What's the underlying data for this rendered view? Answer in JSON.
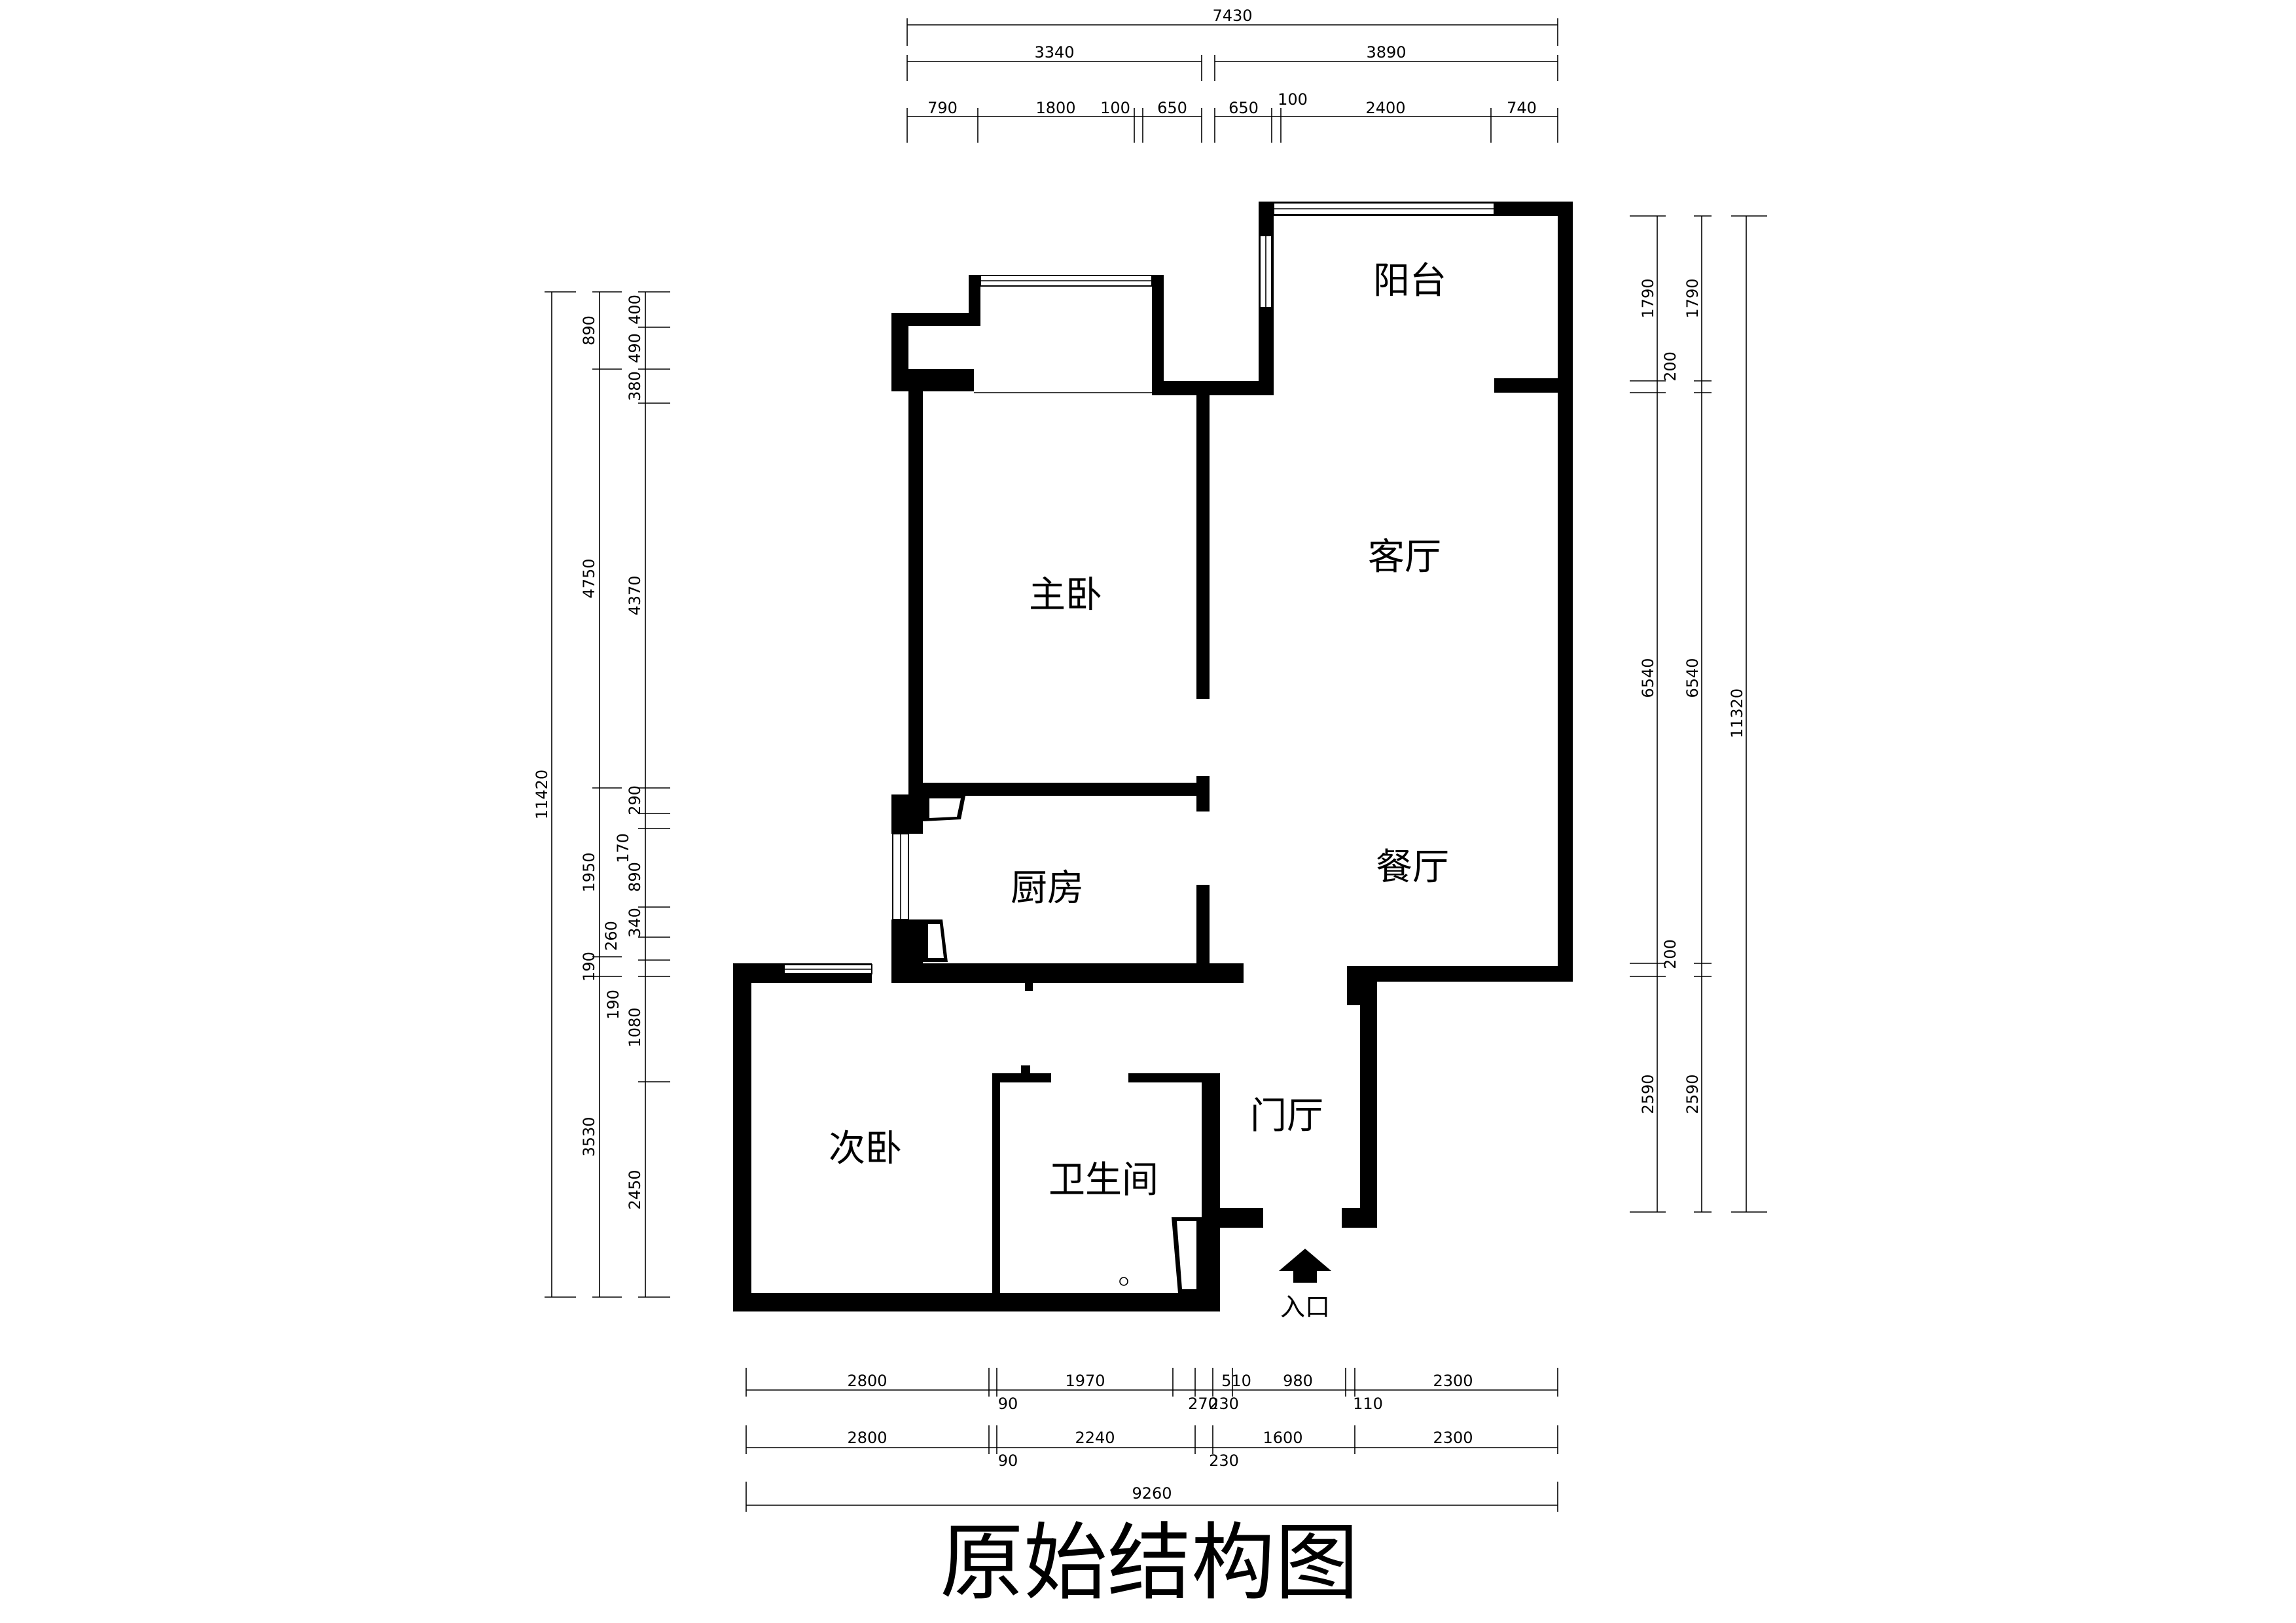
{
  "title": "原始结构图",
  "entrance_label": "入口",
  "rooms": {
    "balcony": "阳台",
    "living_room": "客厅",
    "master_bedroom": "主卧",
    "kitchen": "厨房",
    "dining_room": "餐厅",
    "foyer": "门厅",
    "second_bedroom": "次卧",
    "bathroom": "卫生间"
  },
  "dimensions_top": {
    "total": "7430",
    "segments": [
      "3340",
      "3890"
    ],
    "details": [
      "790",
      "1800",
      "100",
      "650",
      "650",
      "100",
      "2400",
      "740"
    ]
  },
  "dimensions_bottom": {
    "row1": [
      "2800",
      "90",
      "1970",
      "270",
      "510",
      "230",
      "980",
      "110",
      "2300"
    ],
    "row2": [
      "2800",
      "90",
      "2240",
      "230",
      "1600",
      "2300"
    ],
    "total": "9260"
  },
  "dimensions_left": {
    "total": "11420",
    "col2": [
      "890",
      "4750",
      "1950",
      "190",
      "3530"
    ],
    "col3": [
      "400",
      "490",
      "380",
      "4370",
      "290",
      "170",
      "890",
      "340",
      "260",
      "190",
      "1080",
      "2450"
    ]
  },
  "dimensions_right": {
    "col1": [
      "1790",
      "200",
      "6540",
      "200",
      "2590"
    ],
    "col2": [
      "1790",
      "6540",
      "2590"
    ],
    "total": "11320"
  },
  "colors": {
    "ink": "#000000",
    "paper": "#ffffff"
  }
}
